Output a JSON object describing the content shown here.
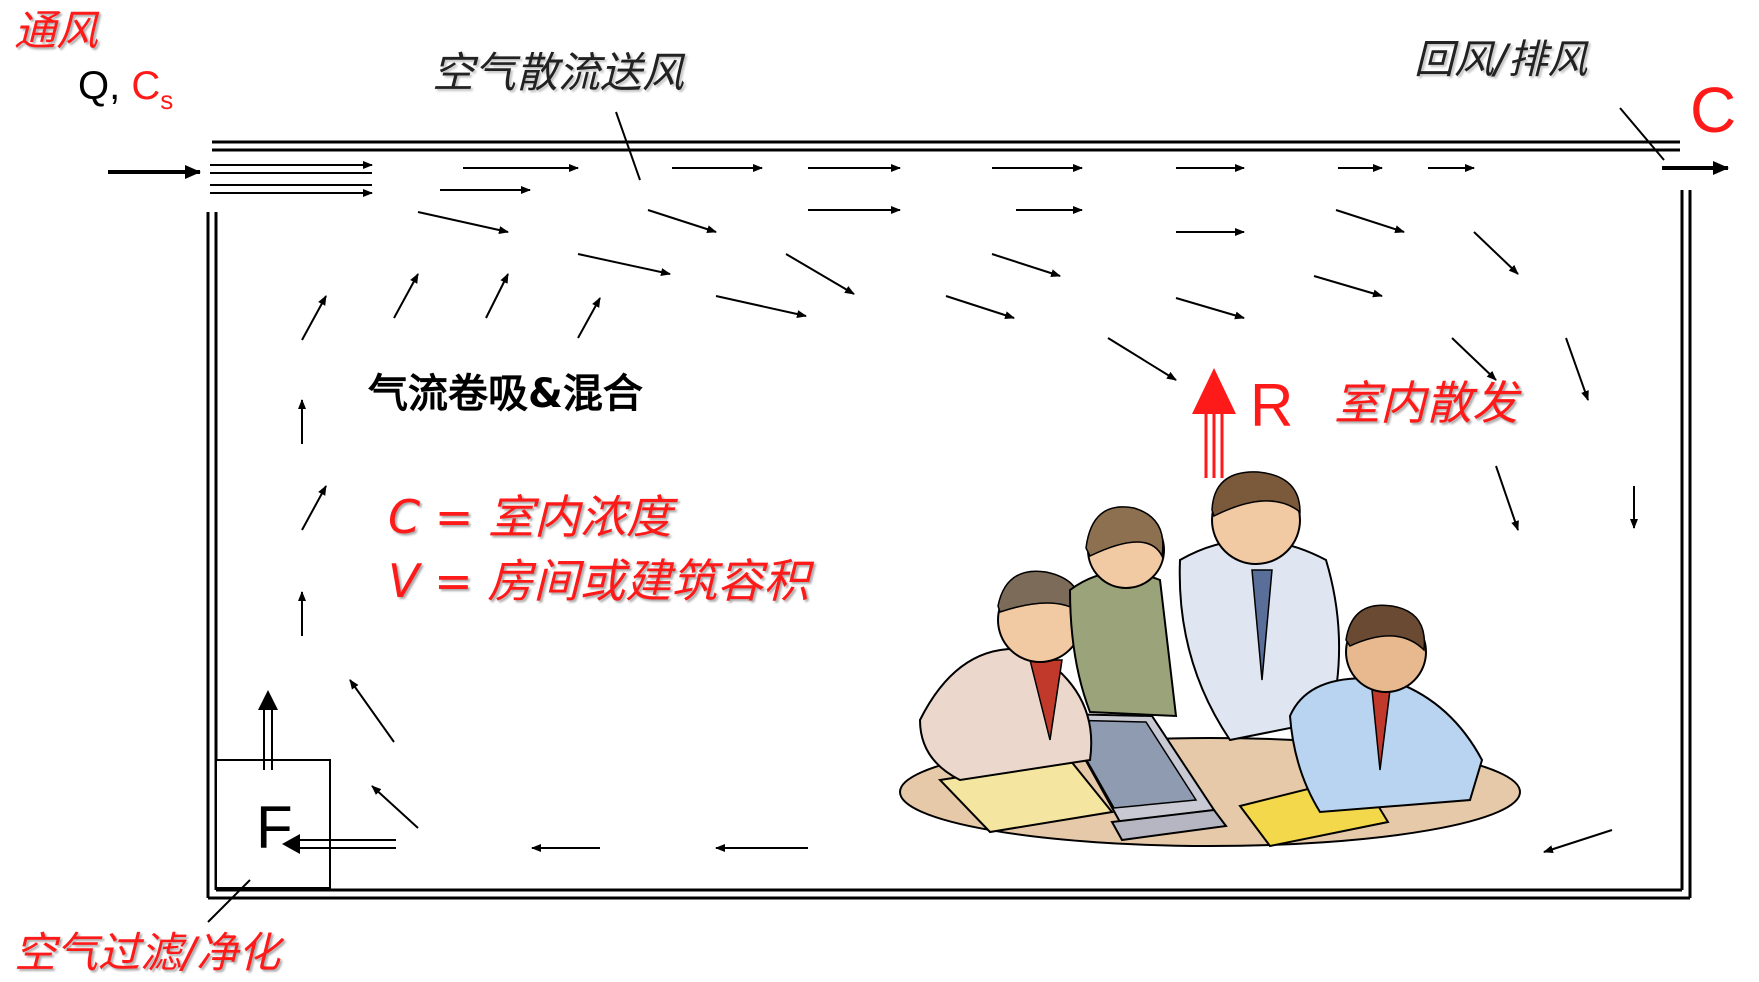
{
  "labels": {
    "ventilation": "通风",
    "q_prefix": "Q, ",
    "cs_main": "C",
    "cs_sub": "s",
    "supply": "空气散流送风",
    "return_exhaust": "回风/排风",
    "outlet_c": "C",
    "entrain_mix": "气流卷吸&混合",
    "emission_r": "R",
    "emission": "室内散发",
    "def_c": "C = 室内浓度",
    "def_v": "V = 房间或建筑容积",
    "filter_f": "F",
    "filtration": "空气过滤/净化"
  },
  "colors": {
    "accent": "#ff1a1a",
    "ink": "#000000",
    "label_dark": "#222222"
  },
  "illustration": {
    "icon": "office-team-clipart"
  }
}
